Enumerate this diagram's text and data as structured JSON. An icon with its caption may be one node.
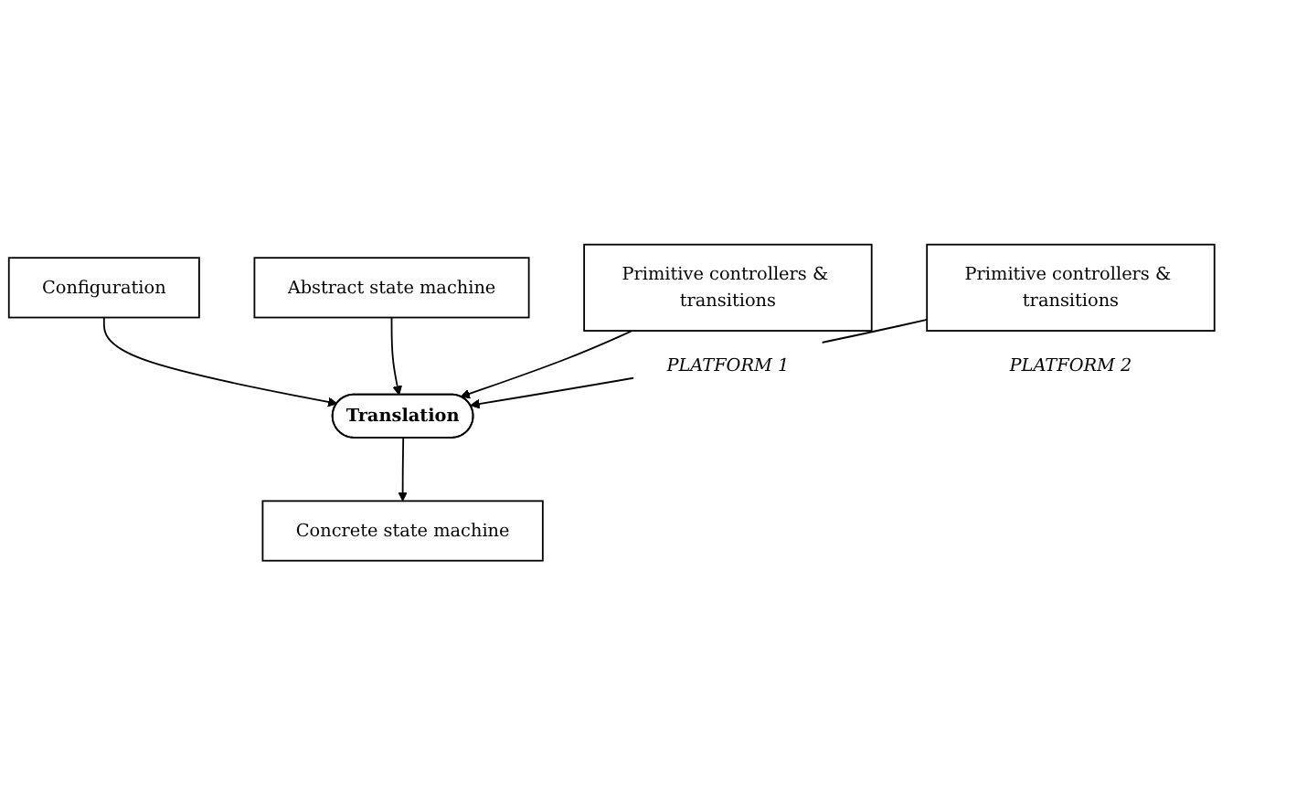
{
  "diagram": {
    "nodes": [
      {
        "text": [
          "Configuration"
        ]
      },
      {
        "text": [
          "Abstract state machine"
        ]
      },
      {
        "text": [
          "Translation"
        ]
      },
      {
        "text": [
          "Concrete state machine"
        ]
      },
      {
        "text": [
          "Primitive controllers & transitions"
        ],
        "beside": [
          "PLATFORM 1"
        ]
      },
      {
        "text": [
          "Primitive controllers & transitions"
        ],
        "beside": [
          "PLATFORM 2"
        ]
      }
    ],
    "edges": [
      {
        "from": 0,
        "to": 2,
        "arrow": "to"
      },
      {
        "from": 1,
        "to": 2,
        "arrow": "to"
      },
      {
        "from": 2,
        "to": 3,
        "arrow": "to"
      },
      {
        "from": 4,
        "to": 2,
        "arrow": "to"
      },
      {
        "from": 5,
        "to": 2,
        "arrow": "to"
      }
    ]
  }
}
